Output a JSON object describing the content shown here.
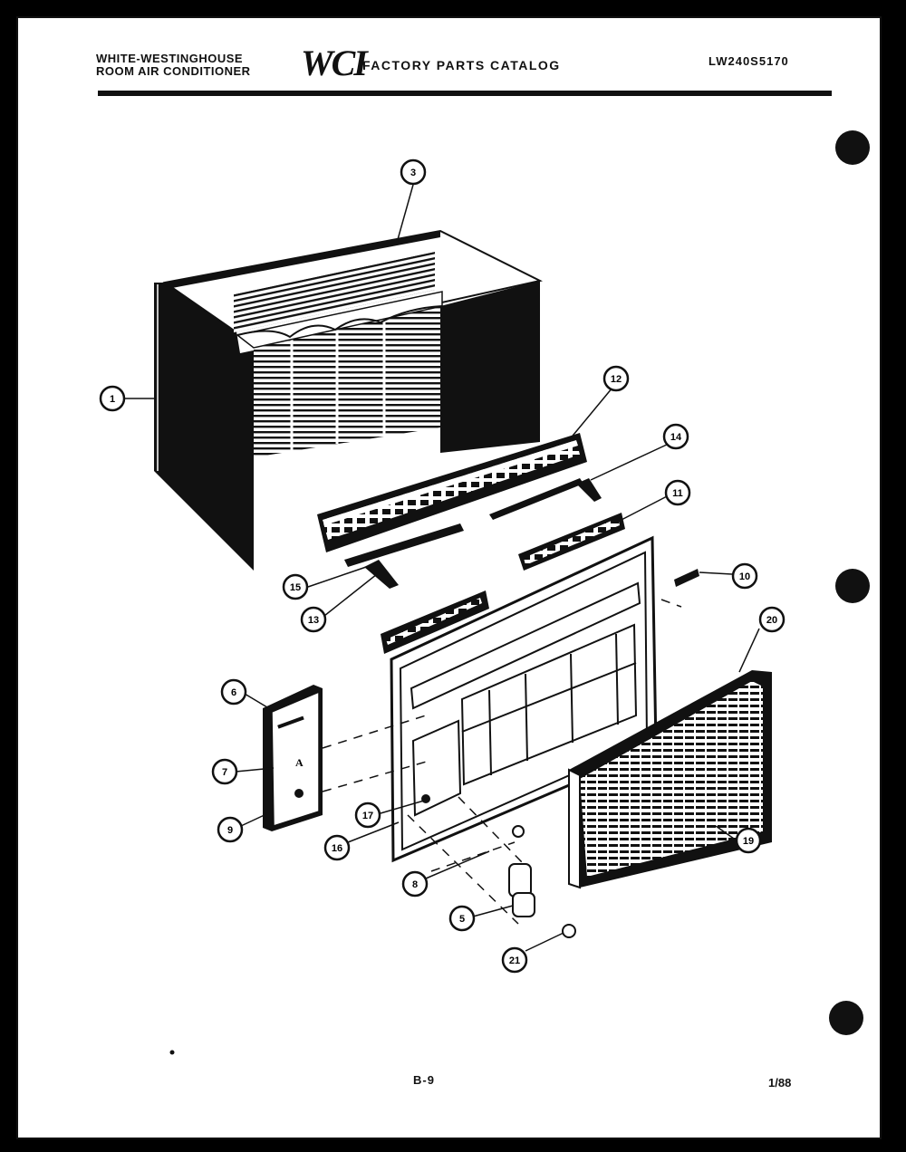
{
  "header": {
    "brand_line1": "WHITE-WESTINGHOUSE",
    "brand_line2": "ROOM AIR CONDITIONER",
    "logo": "WCI",
    "catalog_title": "FACTORY PARTS CATALOG",
    "model_code": "LW240S5170"
  },
  "callouts": [
    "1",
    "3",
    "12",
    "14",
    "11",
    "15",
    "13",
    "10",
    "20",
    "6",
    "7",
    "9",
    "17",
    "16",
    "8",
    "5",
    "21",
    "19"
  ],
  "footer": {
    "page_number": "B-9",
    "date": "1/88"
  }
}
